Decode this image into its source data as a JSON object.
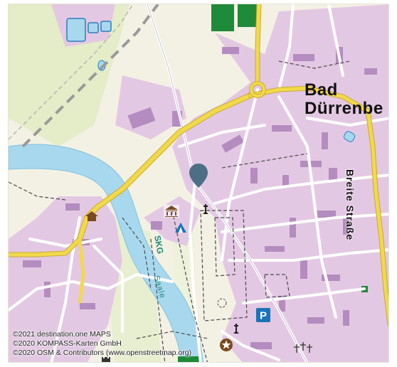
{
  "map": {
    "labels": {
      "town_name_line1": "Bad",
      "town_name_line2": "Dürrenbe",
      "street": "Breite Straße",
      "river": "Saale",
      "trail": "SKG"
    },
    "attribution": {
      "line1": "©2021 destination.one MAPS",
      "line2": "©2020 KOMPASS-Karten GmbH",
      "line3": "©2020 OSM & Contributors (www.openstreetmap.org)"
    },
    "icons": [
      "map-pin-icon",
      "museum-icon",
      "camping-icon",
      "parking-icon",
      "monument-icon",
      "castle-icon",
      "cemetery-icon",
      "star-poi-icon",
      "hut-icon"
    ],
    "colors": {
      "land": "#f3f1e4",
      "built_up": "#e3c8e3",
      "building": "#b48cbf",
      "water": "#a8d8ee",
      "main_road": "#f2d94a",
      "green_field": "#1f8a3a",
      "meadow": "#e4ecc8",
      "parking": "#1a73b8"
    }
  }
}
